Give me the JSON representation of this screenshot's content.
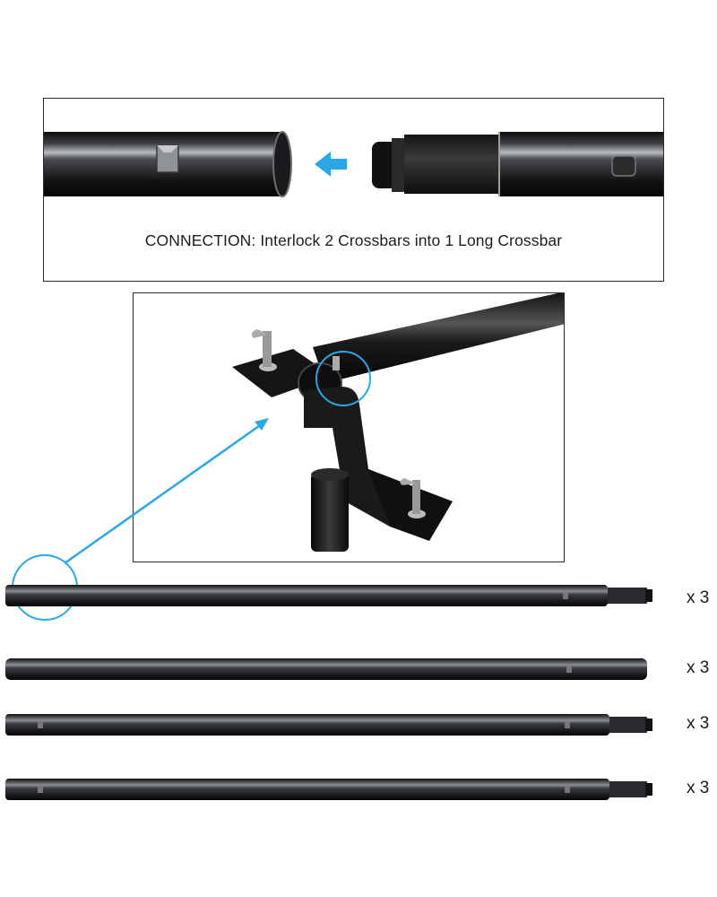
{
  "connection": {
    "caption": "CONNECTION: Interlock 2 Crossbars into 1 Long Crossbar"
  },
  "rods": [
    {
      "quantity_label": "x 3"
    },
    {
      "quantity_label": "x 3"
    },
    {
      "quantity_label": "x 3"
    },
    {
      "quantity_label": "x 3"
    }
  ],
  "colors": {
    "accent_arrow": "#2aa7e6",
    "rod_dark": "#1c1c1e",
    "rod_mid": "#5a5c60",
    "panel_border": "#2c2c2c"
  }
}
